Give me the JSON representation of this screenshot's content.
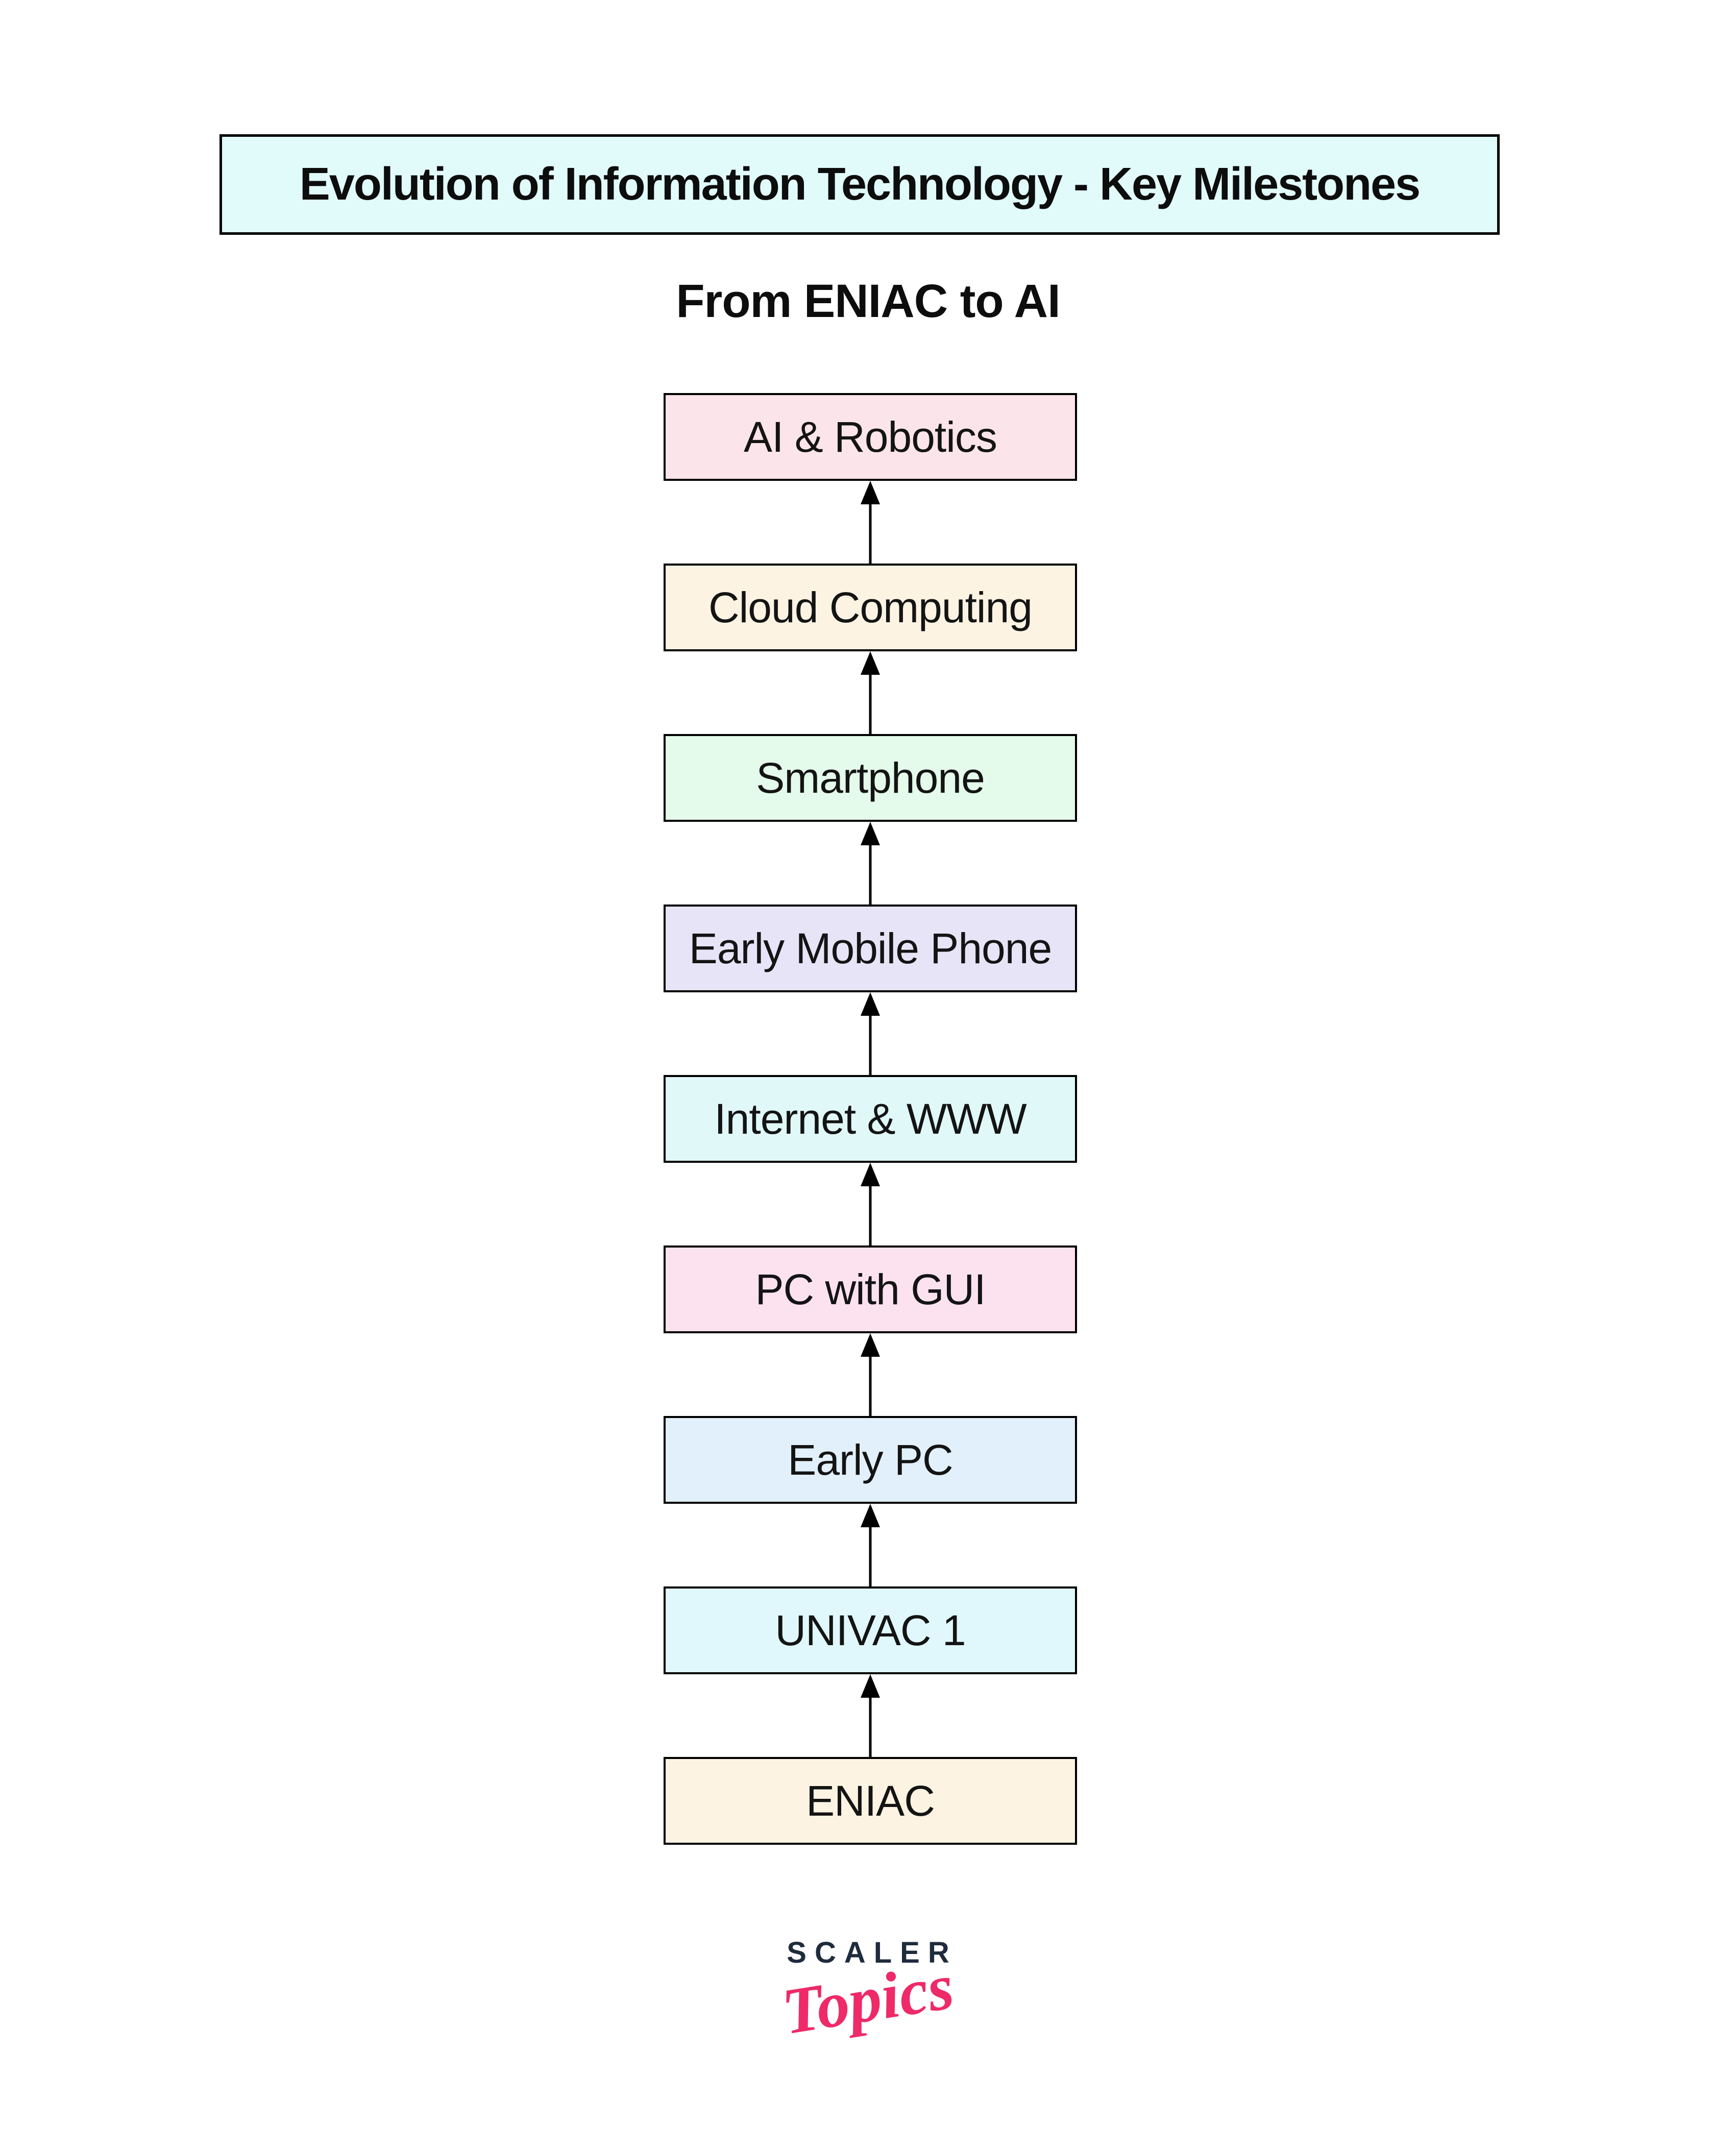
{
  "title": {
    "text": "Evolution of Information Technology - Key Milestones",
    "bg": "#e1fafa",
    "border_color": "#000000"
  },
  "subtitle": {
    "text": "From ENIAC to AI"
  },
  "flow": {
    "arrow_color": "#000000",
    "milestones_top_to_bottom": [
      {
        "label": "AI & Robotics",
        "bg": "#fce5ea"
      },
      {
        "label": "Cloud Computing",
        "bg": "#fdf3e3"
      },
      {
        "label": "Smartphone",
        "bg": "#e4faea"
      },
      {
        "label": "Early Mobile Phone",
        "bg": "#e7e4f8"
      },
      {
        "label": "Internet & WWW",
        "bg": "#e0f9f8"
      },
      {
        "label": "PC with GUI",
        "bg": "#fce2ef"
      },
      {
        "label": "Early PC",
        "bg": "#e2f0fc"
      },
      {
        "label": "UNIVAC 1",
        "bg": "#e0f8fb"
      },
      {
        "label": "ENIAC",
        "bg": "#fdf3e3"
      }
    ]
  },
  "brand": {
    "name": "SCALER",
    "sub": "Topics",
    "name_color": "#1e2c3d",
    "sub_color": "#ee2a68"
  }
}
